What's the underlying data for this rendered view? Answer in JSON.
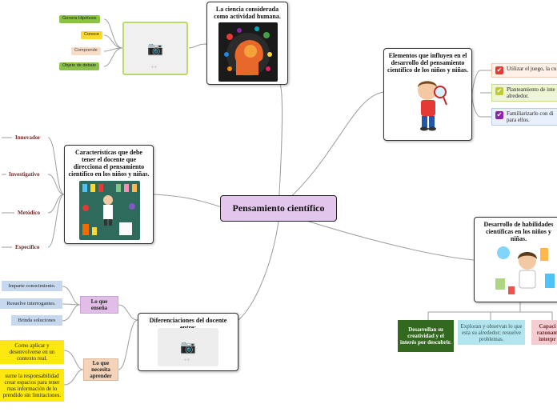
{
  "central": "Pensamiento científico",
  "ciencia": {
    "title": "La ciencia considerada como actividad humana.",
    "tags": [
      "Genera Hipótesis",
      "Conoce",
      "Comprende",
      "Objeto de debate"
    ]
  },
  "elementos": {
    "title": "Elementos que influyen en el desarrollo del pensamiento científico de los niños y niñas.",
    "items": [
      {
        "text": "Utilizar el juego, la cu",
        "color": "#e53935"
      },
      {
        "text": "Planteamiento de inte alrededor.",
        "color": "#c0ca33"
      },
      {
        "text": "Familiarizarlo con di para ellos.",
        "color": "#8e24aa"
      }
    ]
  },
  "caracteristicas": {
    "title": "Características que debe tener el docente que direcciona el pensamiento científico en los niños y niñas.",
    "items": [
      "Innovador",
      "Investigativo",
      "Metódico",
      "Específico"
    ]
  },
  "habilidades": {
    "title": "Desarrollo de habilidades científicas en los niños y niñas.",
    "items": [
      "Desarrollan su creatividad y el interés por descubrir.",
      "Exploran y observan lo que esta su alrededor; resuelve problemas.",
      "Capaci razonam interpr"
    ]
  },
  "diferencias": {
    "title": "Diferenciaciones del docente entre:",
    "ensena": {
      "label": "Lo que enseña",
      "items": [
        "Imparte conocimiento.",
        "Resuelve interrogantes.",
        "Brinda soluciones"
      ]
    },
    "aprender": {
      "label": "Lo que necesita aprender",
      "items": [
        "Como aplicar y desenvolverse en un contexto real.",
        "sume la responsabilidad crear espacios para tener mas información de lo prendido sin limitaciones."
      ]
    }
  },
  "icons": {
    "check": "✔",
    "camera": "📷"
  }
}
